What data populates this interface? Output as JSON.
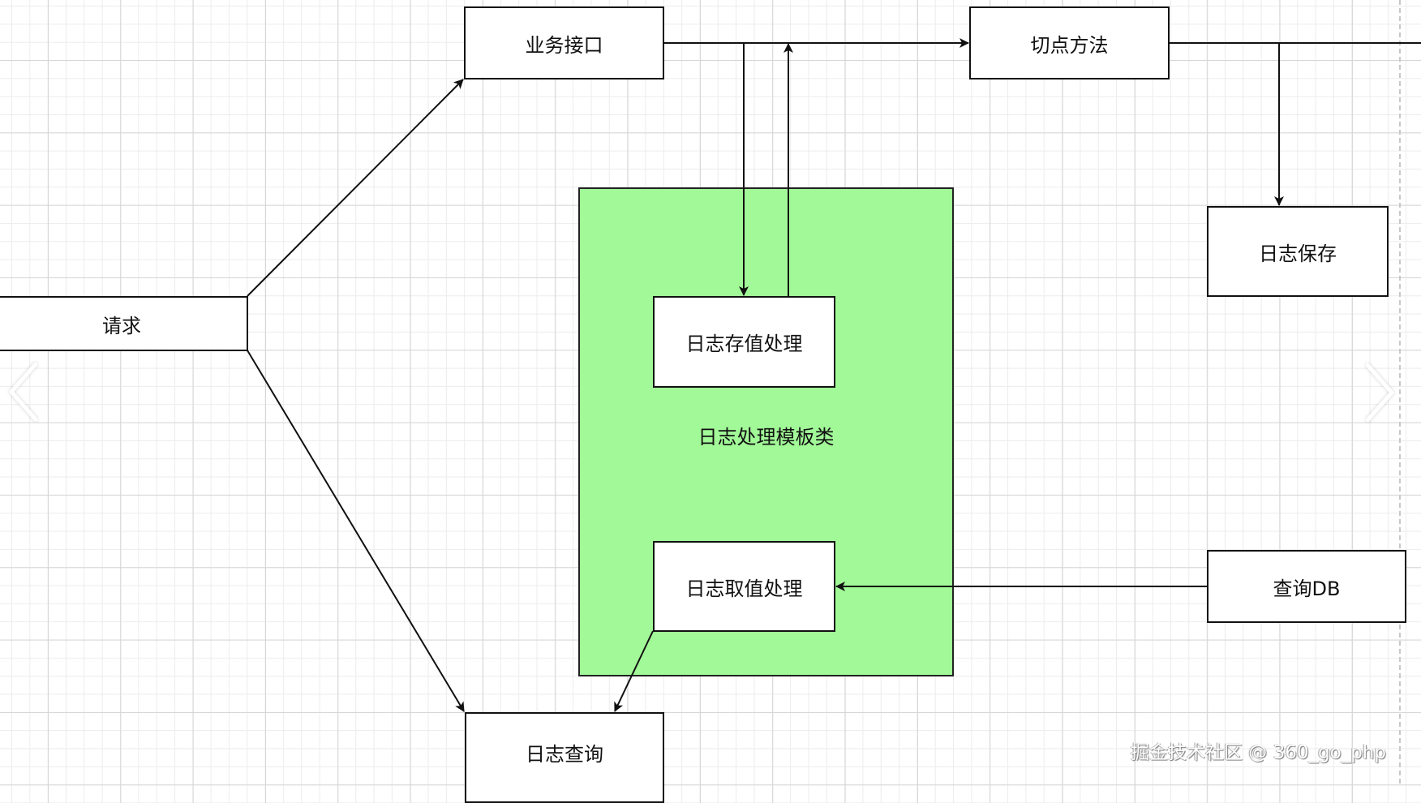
{
  "diagram": {
    "nodes": {
      "request": {
        "label": "请求"
      },
      "business_interface": {
        "label": "业务接口"
      },
      "pointcut_method": {
        "label": "切点方法"
      },
      "log_save": {
        "label": "日志保存"
      },
      "log_store_handler": {
        "label": "日志存值处理"
      },
      "log_fetch_handler": {
        "label": "日志取值处理"
      },
      "query_db": {
        "label": "查询DB"
      },
      "log_query": {
        "label": "日志查询"
      }
    },
    "group": {
      "label": "日志处理模板类",
      "fill_color": "#a2f998"
    },
    "edges": [
      {
        "from": "请求",
        "to": "业务接口"
      },
      {
        "from": "请求",
        "to": "日志查询"
      },
      {
        "from": "业务接口",
        "to": "切点方法"
      },
      {
        "from": "业务接口",
        "to": "日志存值处理"
      },
      {
        "from": "日志存值处理",
        "to": "业务接口→切点方法"
      },
      {
        "from": "切点方法",
        "to": "日志保存"
      },
      {
        "from": "切点方法",
        "to": "(off-screen right)"
      },
      {
        "from": "查询DB",
        "to": "日志取值处理"
      },
      {
        "from": "日志取值处理",
        "to": "日志查询"
      }
    ]
  },
  "navigation": {
    "prev_icon": "chevron-left-icon",
    "next_icon": "chevron-right-icon"
  },
  "watermark": {
    "text": "掘金技术社区 @ 360_go_php"
  }
}
